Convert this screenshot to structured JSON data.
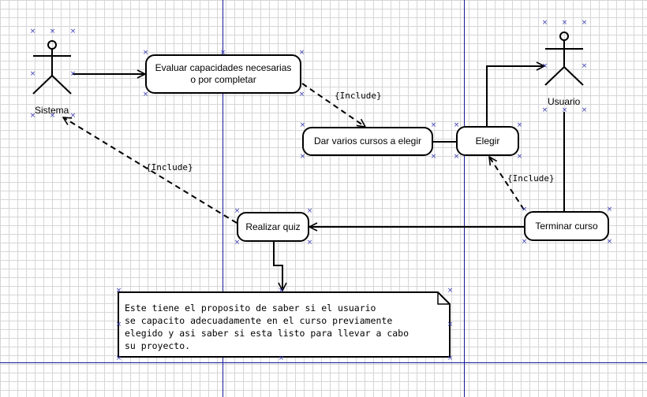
{
  "actors": {
    "sistema": "Sistema",
    "usuario": "Usuario"
  },
  "usecases": {
    "evaluar": "Evaluar capacidades necesarias o por completar",
    "dar_cursos": "Dar varios cursos a elegir",
    "elegir": "Elegir",
    "terminar": "Terminar curso",
    "quiz": "Realizar quiz"
  },
  "includes": {
    "evaluar_dar": "{Include}",
    "terminar_elegir": "{Include}",
    "quiz_sistema": "{Include}"
  },
  "note": {
    "text": "Este tiene el proposito de saber si el usuario\nse capacito adecuadamente en el curso previamente\nelegido y asi saber si esta listo para llevar a cabo\nsu proyecto."
  },
  "colors": {
    "guide_lines": "#1a1a9a",
    "grid": "#d6d6d6",
    "handles": "#3a3ab0"
  },
  "icons": {
    "selection_handle": "×"
  }
}
